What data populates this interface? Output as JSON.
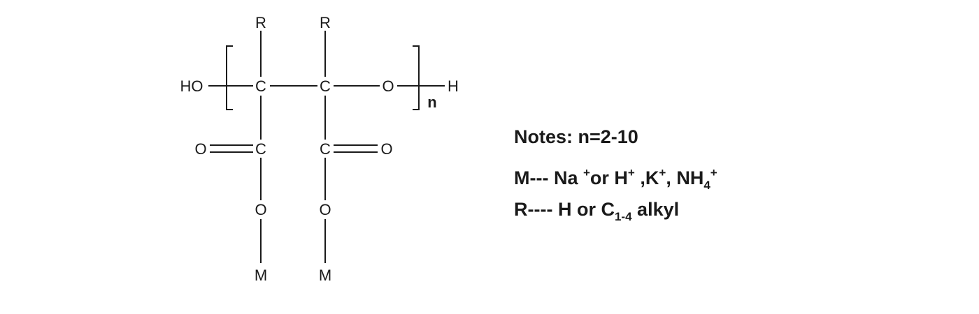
{
  "structure": {
    "atoms": {
      "r_left": "R",
      "r_right": "R",
      "ho": "HO",
      "c_left": "C",
      "c_right": "C",
      "o_chain": "O",
      "h_end": "H",
      "n": "n",
      "o_carbonyl_left": "O",
      "c_carbonyl_left": "C",
      "c_carbonyl_right": "C",
      "o_carbonyl_right": "O",
      "o_ester_left": "O",
      "o_ester_right": "O",
      "m_left": "M",
      "m_right": "M"
    }
  },
  "notes": {
    "line1": {
      "text": "Notes: n=2-10"
    },
    "line2": {
      "prefix": "M--- Na ",
      "sup1": "+",
      "mid1": "or H",
      "sup2": "+",
      "mid2": " ,K",
      "sup3": "+",
      "mid3": ", NH",
      "sub1": "4",
      "sup4": "+"
    },
    "line3": {
      "prefix": "R---- H or C",
      "sub1": "1-4",
      "suffix": " alkyl"
    }
  }
}
